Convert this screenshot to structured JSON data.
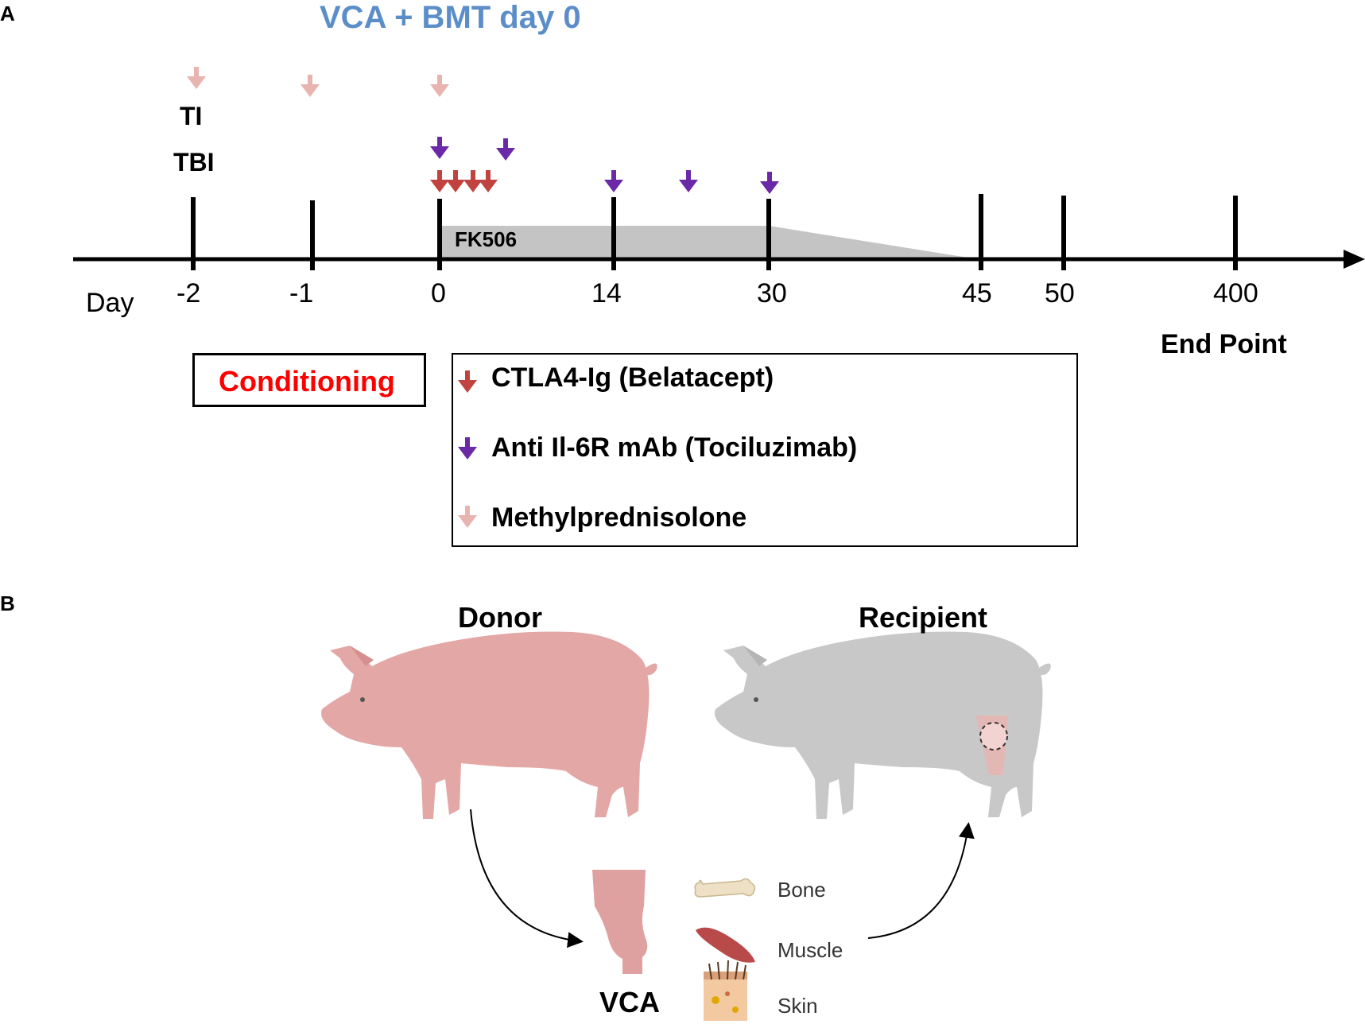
{
  "panel_a": {
    "letter": "A",
    "title": "VCA + BMT day 0",
    "ti_label": "TI",
    "tbi_label": "TBI",
    "fk506_label": "FK506",
    "day_label": "Day",
    "ticks": [
      "-2",
      "-1",
      "0",
      "14",
      "30",
      "45",
      "50",
      "400"
    ],
    "end_point": "End Point",
    "conditioning": "Conditioning",
    "legend": {
      "ctla4": "CTLA4-Ig (Belatacept)",
      "il6r": "Anti Il-6R mAb (Tociluzimab)",
      "methyl": "Methylprednisolone"
    },
    "colors": {
      "ctla4": "#c0433f",
      "il6r": "#6a2aa8",
      "methyl": "#e8b4b0",
      "fk506_fill": "#c4c4c4",
      "title": "#5b8ec9",
      "conditioning": "#ff0000"
    }
  },
  "panel_b": {
    "letter": "B",
    "donor": "Donor",
    "recipient": "Recipient",
    "vca": "VCA",
    "tissues": [
      "Bone",
      "Muscle",
      "Skin"
    ],
    "colors": {
      "donor_pig": "#e3a7a6",
      "recipient_pig": "#c8c8c8"
    }
  }
}
